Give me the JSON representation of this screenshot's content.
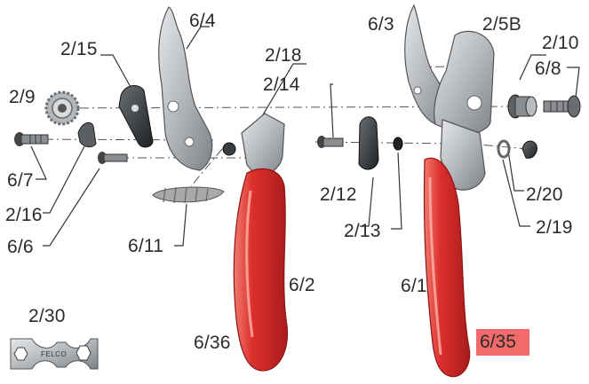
{
  "labels": {
    "p6_4": "6/4",
    "p6_3": "6/3",
    "p2_5b": "2/5B",
    "p2_15": "2/15",
    "p2_18": "2/18",
    "p2_10": "2/10",
    "p6_8": "6/8",
    "p2_9": "2/9",
    "p2_14": "2/14",
    "p6_7": "6/7",
    "p2_16": "2/16",
    "p6_6": "6/6",
    "p2_12": "2/12",
    "p2_13": "2/13",
    "p2_20": "2/20",
    "p2_19": "2/19",
    "p6_11": "6/11",
    "p6_2": "6/2",
    "p6_1": "6/1",
    "p2_30": "2/30",
    "p6_36": "6/36",
    "p6_35": "6/35"
  },
  "wrench_logo": "FELCO",
  "colors": {
    "highlight": "#f26b6b",
    "handle_red": "#d42a2a",
    "metal": "#b9bcc0",
    "text": "#2b2b2b"
  }
}
